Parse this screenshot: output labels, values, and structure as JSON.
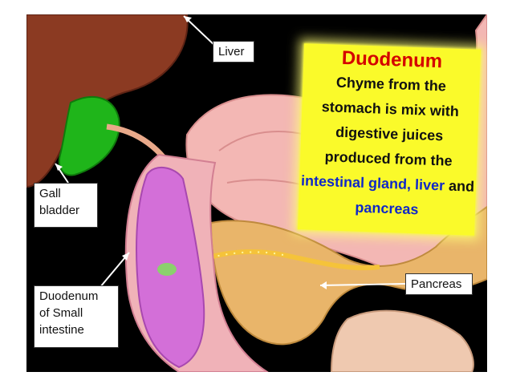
{
  "colors": {
    "background": "#000000",
    "liver": "#8b3a22",
    "gall_bladder": "#1fb51a",
    "stomach": "#f3b7b4",
    "duodenum": "#d36fd8",
    "pancreas": "#e9b56a",
    "callout_fill": "#fafa2a",
    "callout_title": "#d40000",
    "organ_names_in_callout": "#1028c8"
  },
  "labels": {
    "liver": "Liver",
    "gall_bladder": [
      "Gall",
      "bladder"
    ],
    "duodenum": [
      "Duodenum",
      "of Small",
      "intestine"
    ],
    "pancreas": "Pancreas"
  },
  "callout": {
    "title": "Duodenum",
    "lines": [
      "Chyme from the",
      "stomach is mix with",
      "digestive juices",
      "produced from the"
    ],
    "organs_line": {
      "part1": "intestinal gland, liver",
      "joiner": " and"
    },
    "last_line": "pancreas"
  }
}
